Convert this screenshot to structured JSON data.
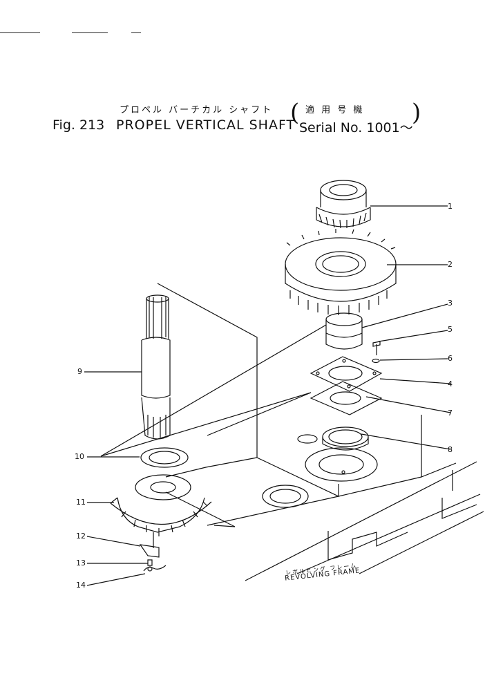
{
  "title": {
    "jp_part": "プロペル バーチカル シャフト",
    "jp_serial": "適 用 号 機",
    "fig": "Fig. 213",
    "en_part": "PROPEL VERTICAL SHAFT",
    "serial": "Serial No. 1001～"
  },
  "callouts": [
    "1",
    "2",
    "3",
    "5",
    "6",
    "4",
    "7",
    "8",
    "9",
    "10",
    "11",
    "12",
    "13",
    "14"
  ],
  "frame_label": {
    "jp": "レボルビング フレーム",
    "en": "REVOLVING FRAME"
  }
}
